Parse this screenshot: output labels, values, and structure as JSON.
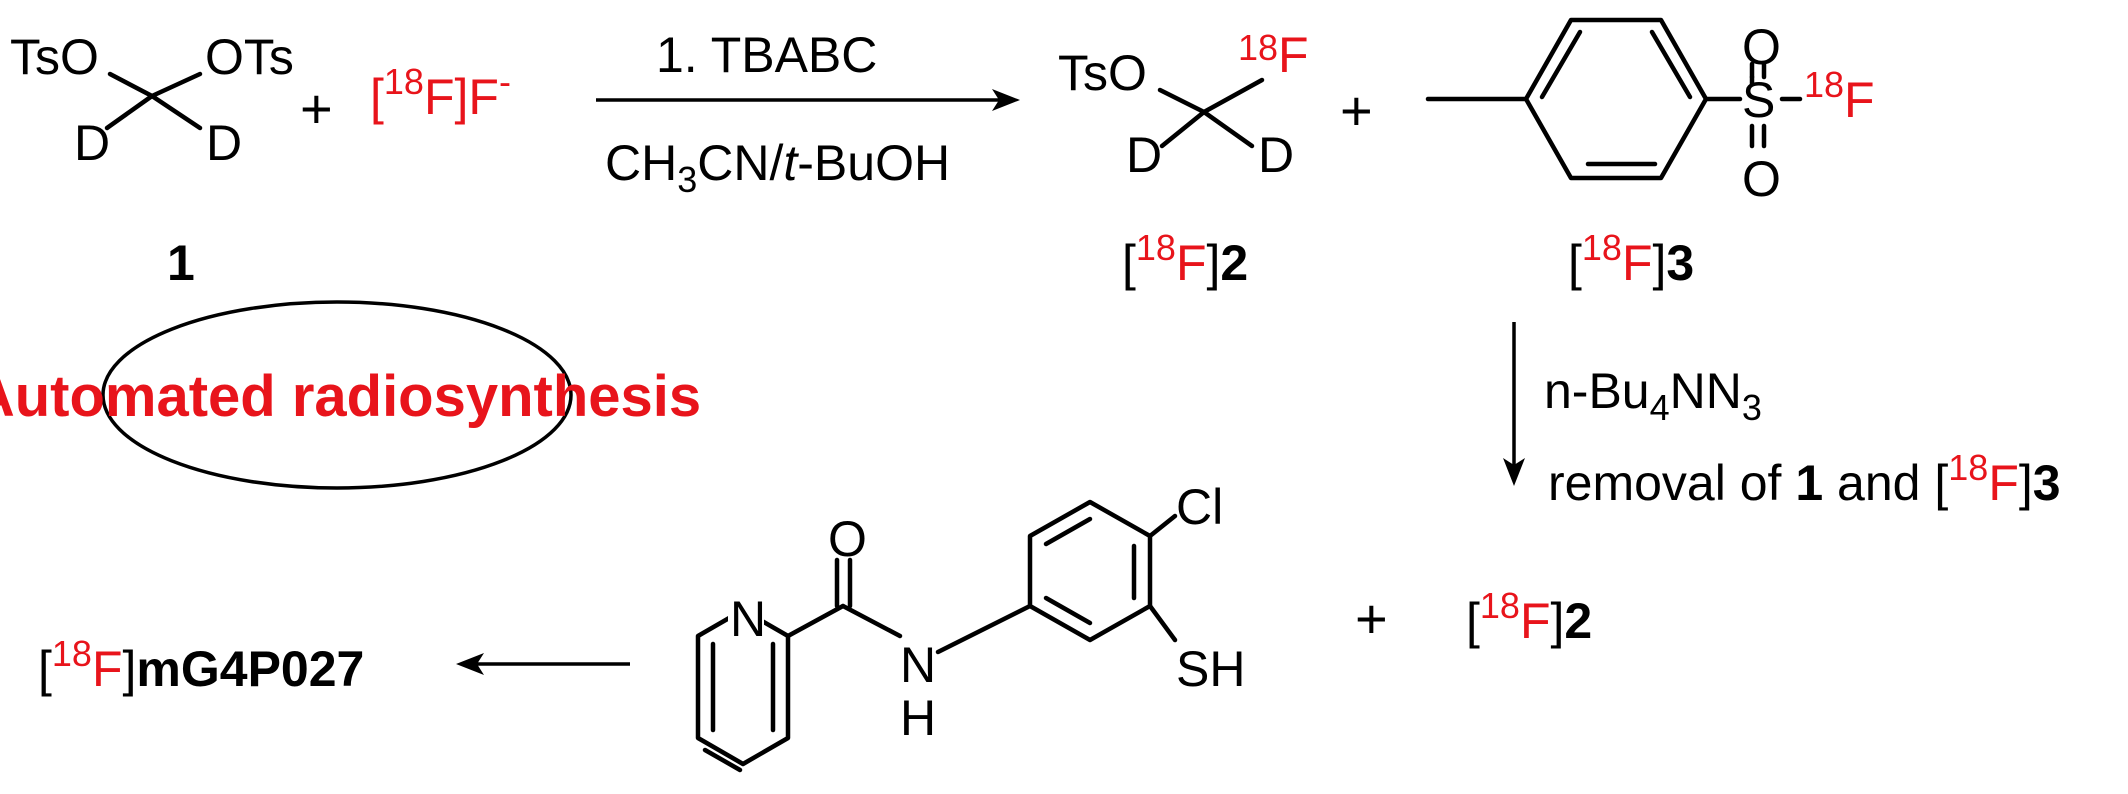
{
  "colors": {
    "accent": "#e8141b",
    "ink": "#000000"
  },
  "compound1": {
    "ts_left": "TsO",
    "ts_right": "OTs",
    "d1": "D",
    "d2": "D",
    "number": "1"
  },
  "plus_signs": [
    "+",
    "+",
    "+"
  ],
  "fluoride": {
    "bracket_open": "[",
    "mass": "18",
    "element": "F",
    "after": "]F",
    "charge": "-"
  },
  "reaction_conditions": {
    "reagent": "1. TBABC",
    "solvent_a": "CH",
    "solvent_a_sub": "3",
    "solvent_b": "CN/",
    "solvent_italic": "t",
    "solvent_c": "-BuOH"
  },
  "product2": {
    "ts": "TsO",
    "mass": "18",
    "element": "F",
    "d1": "D",
    "d2": "D",
    "label_number": "2"
  },
  "product3": {
    "s": "S",
    "o_top": "O",
    "o_bottom": "O",
    "mass": "18",
    "element": "F",
    "label_number": "3"
  },
  "label_bracket": {
    "open": "[",
    "close": "]"
  },
  "step2": {
    "reagent_a": "n-Bu",
    "reagent_sub1": "4",
    "reagent_b": "NN",
    "reagent_sub2": "3",
    "removal_text": "removal of ",
    "removal_1": "1",
    "removal_and": " and ",
    "removal_3": "3"
  },
  "precursor": {
    "o": "O",
    "n_ring": "N",
    "n_amide": "N",
    "h": "H",
    "cl": "Cl",
    "sh": "SH"
  },
  "final_product": {
    "name": "mG4P027"
  },
  "ellipse_label": "Automated radiosynthesis"
}
